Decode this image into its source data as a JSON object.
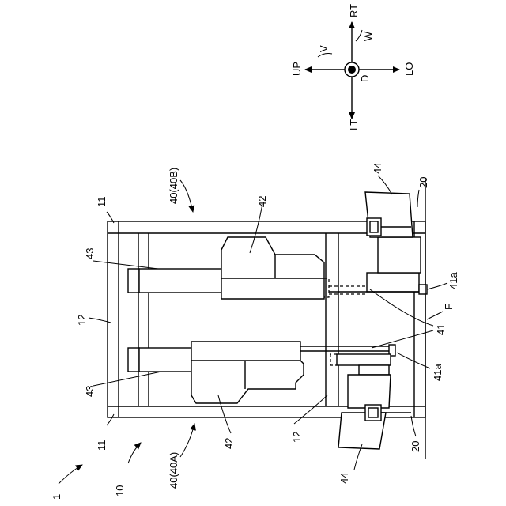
{
  "figure": {
    "ref_1": "1",
    "ref_10": "10",
    "ref_11_top": "11",
    "ref_11_bottom": "11",
    "ref_12_left": "12",
    "ref_12_right": "12",
    "ref_40B": "40(40B)",
    "ref_40A": "40(40A)",
    "ref_42_upper": "42",
    "ref_42_lower": "42",
    "ref_43_upper": "43",
    "ref_43_lower": "43",
    "ref_44_upper": "44",
    "ref_44_lower": "44",
    "ref_20_upper": "20",
    "ref_20_lower": "20",
    "ref_41a_upper": "41a",
    "ref_41a_lower": "41a",
    "ref_41": "41",
    "ref_F": "F"
  },
  "axes": {
    "RT": "RT",
    "LT": "LT",
    "UP": "UP",
    "LO": "LO",
    "V": "V",
    "W": "W",
    "D": "D"
  }
}
